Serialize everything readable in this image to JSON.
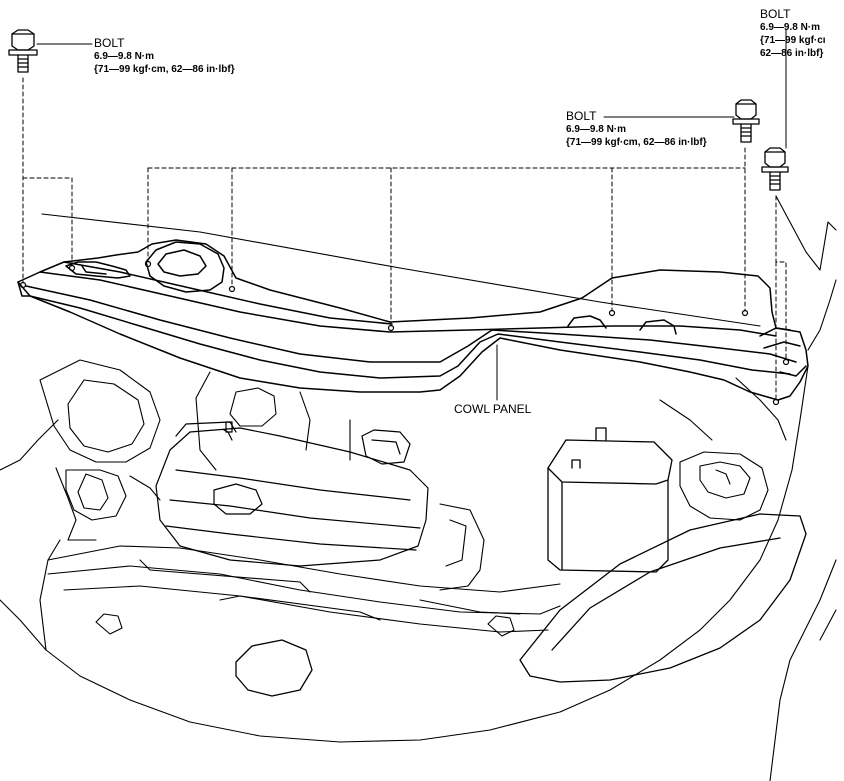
{
  "callouts": {
    "bolt_left": {
      "title": "BOLT",
      "torque": "6.9—9.8 N·m",
      "alt": "{71—99 kgf·cm, 62—86 in·lbf}"
    },
    "bolt_mid": {
      "title": "BOLT",
      "torque": "6.9—9.8 N·m",
      "alt": "{71—99 kgf·cm, 62—86 in·lbf}"
    },
    "bolt_right": {
      "title": "BOLT",
      "torque": "6.9—9.8 N·m",
      "alt1": "{71—99 kgf·cı",
      "alt2": "62—86 in·lbf}"
    },
    "cowl_panel": "COWL PANEL"
  },
  "colors": {
    "line": "#000000",
    "background": "#ffffff"
  }
}
